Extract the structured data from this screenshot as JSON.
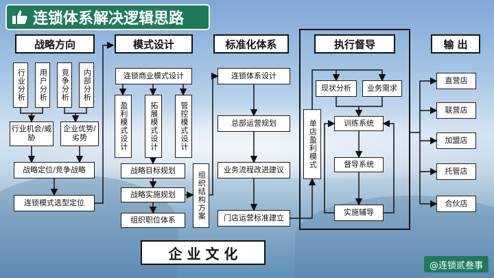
{
  "title": "连锁体系解决逻辑思路",
  "watermark": "@连锁贰叁事",
  "headers": {
    "strategy": "战略方向",
    "model": "模式设计",
    "standard": "标准化体系",
    "execute": "执行督导",
    "output": "输 出"
  },
  "strategy": {
    "analyses": [
      "行业分析",
      "用户分析",
      "竞争分析",
      "内部分析"
    ],
    "opportunity": "行业机会/威胁",
    "advantage": "企业优势/劣势",
    "positioning": "战略定位/竞争战略",
    "model_select": "连锁模式选型定位"
  },
  "model": {
    "business_design": "连锁商业模式设计",
    "sub": [
      "盈利模式设计",
      "拓展模式设计",
      "管控模式设计"
    ],
    "goal_plan": "战略目标规划",
    "impl_plan": "战略实施规划",
    "position_system": "组织职位体系",
    "org_structure": "组织结构方案"
  },
  "standard": {
    "system_design": "连锁体系设计",
    "hq_plan": "总部运营规划",
    "process": "业务流程改进建议",
    "store_standard": "门店运营标准建立"
  },
  "execute": {
    "store_profit": "单店盈利模式",
    "status_analysis": "现状分析",
    "business_needs": "业务需求",
    "training": "训练系统",
    "supervision": "督导系统",
    "coaching": "实施辅导"
  },
  "output": [
    "直营店",
    "联营店",
    "加盟店",
    "托管店",
    "合伙店"
  ],
  "culture": "企 业 文 化"
}
